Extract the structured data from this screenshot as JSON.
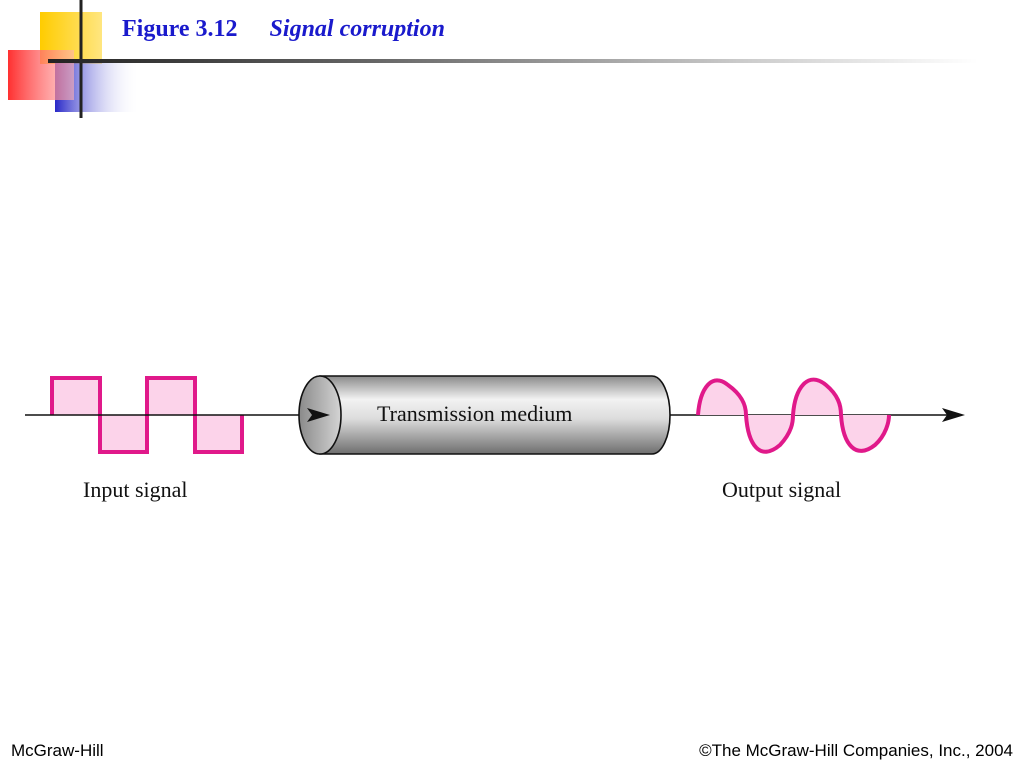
{
  "header": {
    "figure_number": "Figure 3.12",
    "figure_caption": "Signal corruption"
  },
  "diagram": {
    "input_label": "Input signal",
    "medium_label": "Transmission medium",
    "output_label": "Output signal",
    "signal_color": "#e0198a",
    "signal_fill": "#fcd3ea"
  },
  "footer": {
    "left": "McGraw-Hill",
    "right": "©The McGraw-Hill Companies, Inc., 2004"
  },
  "colors": {
    "title": "#1a1acc",
    "corner_yellow": "#ffcc00",
    "corner_red": "#ff3333",
    "corner_blue": "#3333cc"
  }
}
